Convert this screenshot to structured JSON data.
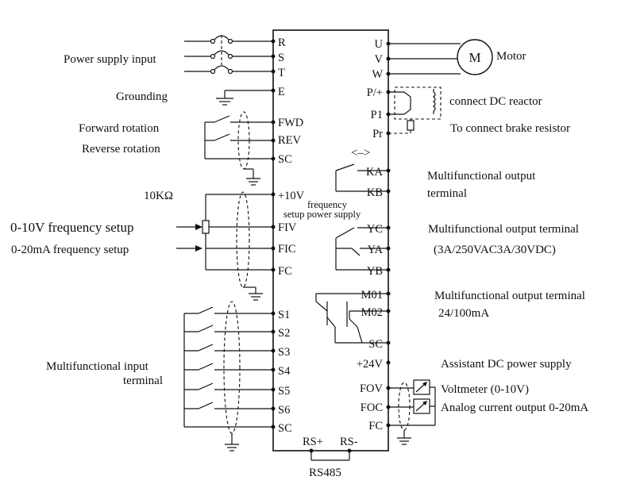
{
  "inverter": {
    "left_terminals": [
      "R",
      "S",
      "T",
      "E",
      "FWD",
      "REV",
      "SC",
      "+10V",
      "FIV",
      "FIC",
      "FC",
      "S1",
      "S2",
      "S3",
      "S4",
      "S5",
      "S6",
      "SC"
    ],
    "right_terminals": [
      "U",
      "V",
      "W",
      "P/+",
      "P1",
      "Pr",
      "KA",
      "KB",
      "YC",
      "YA",
      "YB",
      "M01",
      "M02",
      "SC",
      "+24V",
      "FOV",
      "FOC",
      "FC"
    ],
    "bottom_terminals": [
      "RS+",
      "RS-"
    ]
  },
  "labels": {
    "power_supply_input": "Power supply input",
    "grounding": "Grounding",
    "forward_rotation": "Forward rotation",
    "reverse_rotation": "Reverse rotation",
    "pot_value": "10KΩ",
    "freq_setup_voltage": "0-10V frequency setup",
    "freq_setup_current": "0-20mA frequency setup",
    "multi_input_1": "Multifunctional input",
    "multi_input_2": "terminal",
    "motor_symbol": "M",
    "motor": "Motor",
    "dc_reactor": "connect DC reactor",
    "brake_resistor": "To connect brake resistor",
    "relay_arrow": "<–>",
    "multi_output_ka_1": "Multifunctional output",
    "multi_output_ka_2": "terminal",
    "freq_supply_1": "frequency",
    "freq_supply_2": "setup power supply",
    "multi_output_yc": "Multifunctional output terminal",
    "relay_rating": "(3A/250VAC3A/30VDC)",
    "multi_output_m01": "Multifunctional output terminal",
    "m02_rating": "24/100mA",
    "assistant_dc": "Assistant DC power supply",
    "voltmeter": "Voltmeter (0-10V)",
    "analog_current": "Analog current output 0-20mA",
    "rs485": "RS485"
  }
}
